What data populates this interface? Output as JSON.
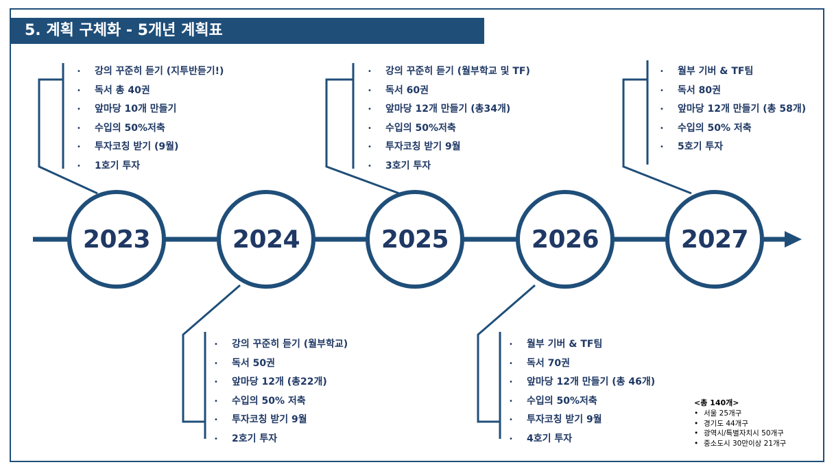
{
  "title": "5. 계획 구체화 - 5개년 계획표",
  "years": [
    "2023",
    "2024",
    "2025",
    "2026",
    "2027"
  ],
  "colors": {
    "primary": "#1f4e79",
    "text": "#1f3864"
  },
  "bullet": "•",
  "plans": {
    "y2023": [
      "강의 꾸준히 듣기 (지투반듣기!)",
      "독서 총 40권",
      "앞마당 10개 만들기",
      "수입의 50%저축",
      "투자코칭 받기 (9월)",
      "1호기 투자"
    ],
    "y2024": [
      "강의 꾸준히 듣기 (월부학교)",
      "독서 50권",
      "앞마당 12개 (총22개)",
      "수입의 50% 저축",
      "투자코칭 받기 9월",
      "2호기 투자"
    ],
    "y2025": [
      "강의 꾸준히 듣기 (월부학교 및 TF)",
      "독서 60권",
      "앞마당 12개 만들기 (총34개)",
      "수입의 50%저축",
      "투자코칭 받기 9월",
      "3호기 투자"
    ],
    "y2026": [
      "월부 기버 & TF팀",
      "독서 70권",
      "앞마당 12개 만들기 (총 46개)",
      "수입의 50%저축",
      "투자코칭 받기 9월",
      "4호기 투자"
    ],
    "y2027": [
      "월부 기버 & TF팀",
      "독서 80권",
      "앞마당 12개 만들기 (총 58개)",
      "수입의 50% 저축",
      "5호기 투자"
    ]
  },
  "summary": {
    "header": "<총 140개>",
    "items": [
      "서울 25개구",
      "경기도 44개구",
      "광역시/특별자치시 50개구",
      "중소도시 30만이상 21개구"
    ]
  }
}
